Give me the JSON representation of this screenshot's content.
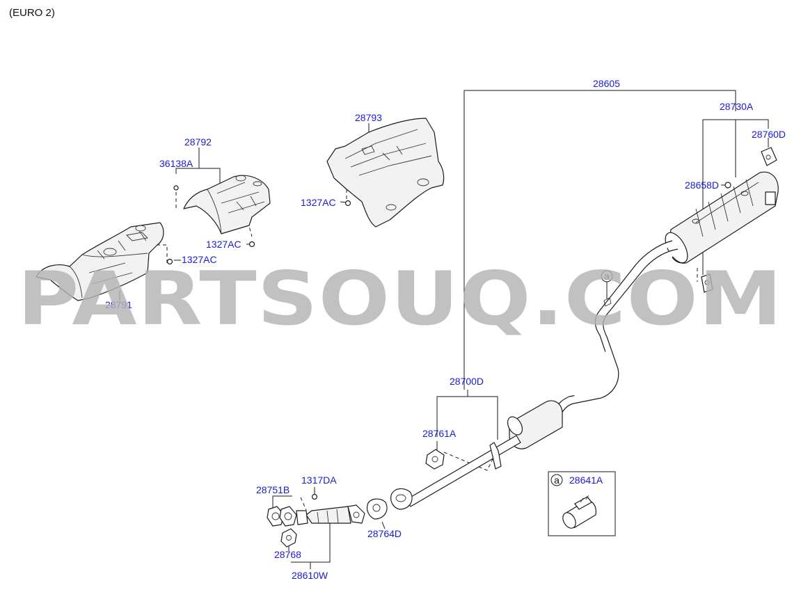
{
  "header": {
    "variant": "(EURO 2)"
  },
  "watermark": {
    "text": "PARTSOUQ.COM"
  },
  "callouts": {
    "p28605": "28605",
    "p28730A": "28730A",
    "p28760D": "28760D",
    "p28658D": "28658D",
    "p28793": "28793",
    "p1327AC_a": "1327AC",
    "p28792": "28792",
    "p36138A": "36138A",
    "p1327AC_b": "1327AC",
    "p1327AC_c": "1327AC",
    "p28791": "28791",
    "p28700D": "28700D",
    "p28761A": "28761A",
    "p1317DA": "1317DA",
    "p28751B": "28751B",
    "p28768": "28768",
    "p28610W": "28610W",
    "p28764D": "28764D",
    "ref_a": "a"
  },
  "inset": {
    "ref": "a",
    "part": "28641A"
  },
  "colors": {
    "callout": "#1a1ad6",
    "linework": "#1a1a1a",
    "watermark": "#b3b3b3"
  }
}
